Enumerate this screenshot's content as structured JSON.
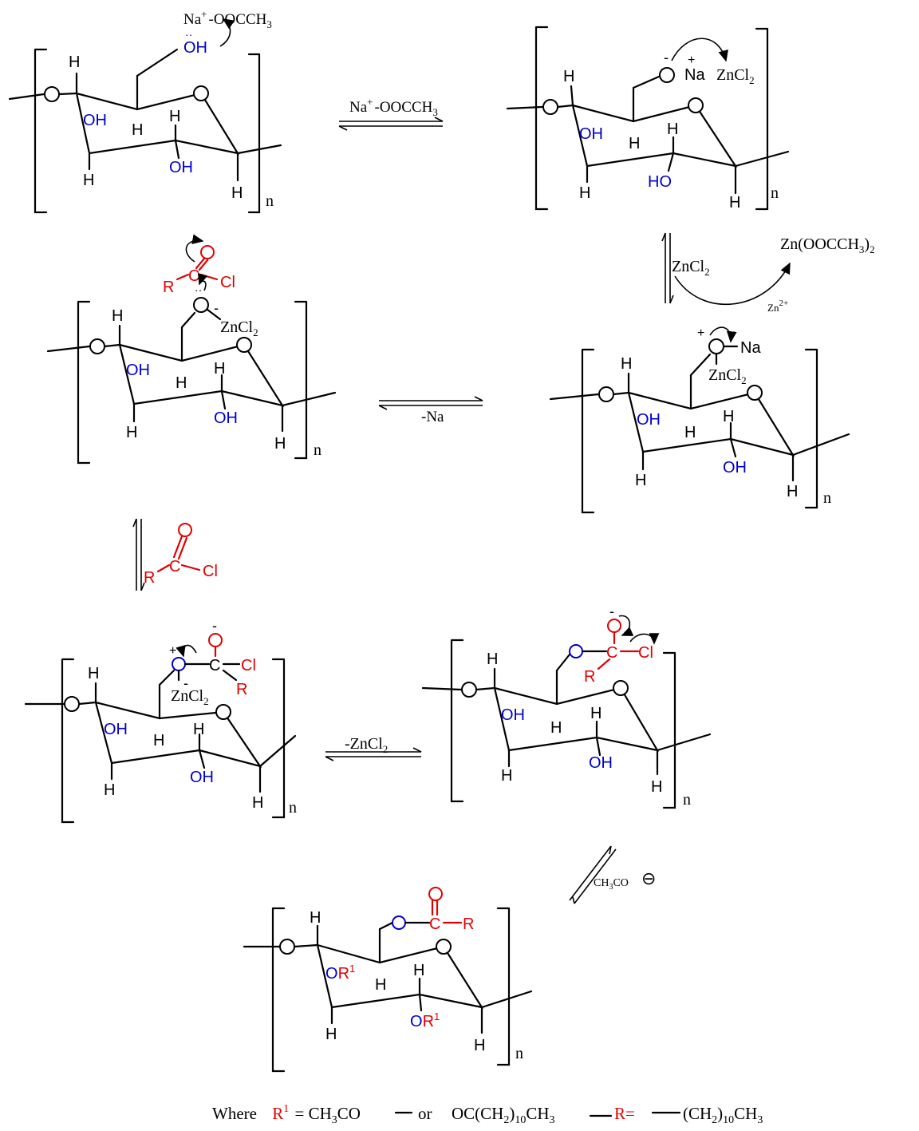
{
  "structures": {
    "s1": {
      "top_reagent": "Na",
      "top_reagent_sup": "+",
      "top_reagent_rest": "-OOCCH",
      "top_reagent_sub": "3",
      "oh_top": "OH",
      "oh_ring": "OH",
      "oh_bottom": "OH",
      "h": "H",
      "n": "n"
    },
    "s2": {
      "o_minus": "O",
      "na": "Na",
      "zncl": "ZnCl",
      "zncl_sub": "2",
      "oh": "OH",
      "ho": "HO",
      "h": "H",
      "n": "n"
    },
    "s3": {
      "zncl": "ZnCl",
      "zncl_sub": "2",
      "na": "Na",
      "oh1": "OH",
      "oh2": "OH",
      "h": "H",
      "n": "n"
    },
    "s4": {
      "r": "R",
      "c": "C",
      "cl": "Cl",
      "zncl": "ZnCl",
      "zncl_sub": "2",
      "oh1": "OH",
      "oh2": "OH",
      "h": "H",
      "n": "n"
    },
    "s5": {
      "c": "C",
      "cl": "Cl",
      "r": "R",
      "zncl": "ZnCl",
      "zncl_sub": "2",
      "oh1": "OH",
      "oh2": "OH",
      "h": "H",
      "n": "n"
    },
    "s6": {
      "c": "C",
      "cl": "Cl",
      "r": "R",
      "oh1": "OH",
      "oh2": "OH",
      "h": "H",
      "n": "n"
    },
    "s7": {
      "c": "C",
      "r": "R",
      "or1a": "OR",
      "or1b": "OR",
      "sup1": "1",
      "h": "H",
      "n": "n"
    }
  },
  "arrows": {
    "a1": {
      "label": "Na",
      "sup": "+",
      "rest": "-OOCCH",
      "sub": "3"
    },
    "a2": {
      "label": "ZnCl",
      "sub": "2",
      "byproduct": "Zn(OOCCH",
      "byproduct_sub": "3",
      "byproduct_end": ")",
      "byproduct_sub2": "2",
      "ion": "Zn",
      "ion_sup": "2+"
    },
    "a3": {
      "label": "-Na"
    },
    "a4": {
      "r": "R",
      "c": "C",
      "cl": "Cl"
    },
    "a5": {
      "label": "-ZnCl",
      "sub": "2"
    },
    "a6": {
      "label": "CH",
      "sub": "3",
      "rest": "CO",
      "minus": "⊖"
    }
  },
  "caption": {
    "where": "Where",
    "r1": "R",
    "r1_sup": "1",
    "eq1": "= CH",
    "eq1_sub": "3",
    "eq1_end": "CO",
    "or": "or",
    "oc": "OC(CH",
    "oc_sub1": "2",
    "oc_mid": ")",
    "oc_sub2": "10",
    "oc_end": "CH",
    "oc_sub3": "3",
    "r": "R=",
    "r_def": "(CH",
    "r_sub1": "2",
    "r_mid": ")",
    "r_sub2": "10",
    "r_end": "CH",
    "r_sub3": "3"
  }
}
